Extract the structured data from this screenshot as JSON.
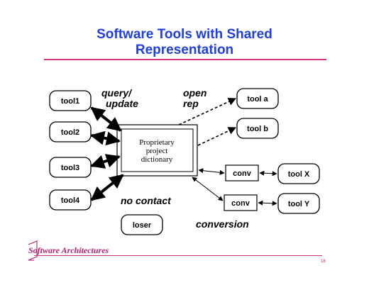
{
  "title": {
    "line1": "Software Tools with Shared",
    "line2": "Representation"
  },
  "colors": {
    "title": "#1f3fe0",
    "accent": "#d6328a",
    "footer": "#b81f6e",
    "ink": "#000000"
  },
  "tools": {
    "tool1": "tool1",
    "tool2": "tool2",
    "tool3": "tool3",
    "tool4": "tool4",
    "tool_a": "tool a",
    "tool_b": "tool b",
    "tool_x": "tool X",
    "tool_y": "tool Y",
    "loser": "loser"
  },
  "dictionary": {
    "line1": "Proprietary",
    "line2": "project",
    "line3": "dictionary"
  },
  "converters": {
    "conv1": "conv",
    "conv2": "conv"
  },
  "labels": {
    "query": "query/",
    "update": "update",
    "open": "open",
    "rep": "rep",
    "no_contact": "no contact",
    "conversion": "conversion"
  },
  "footer": {
    "logo_text": "Software Architectures",
    "page_number": "18"
  }
}
